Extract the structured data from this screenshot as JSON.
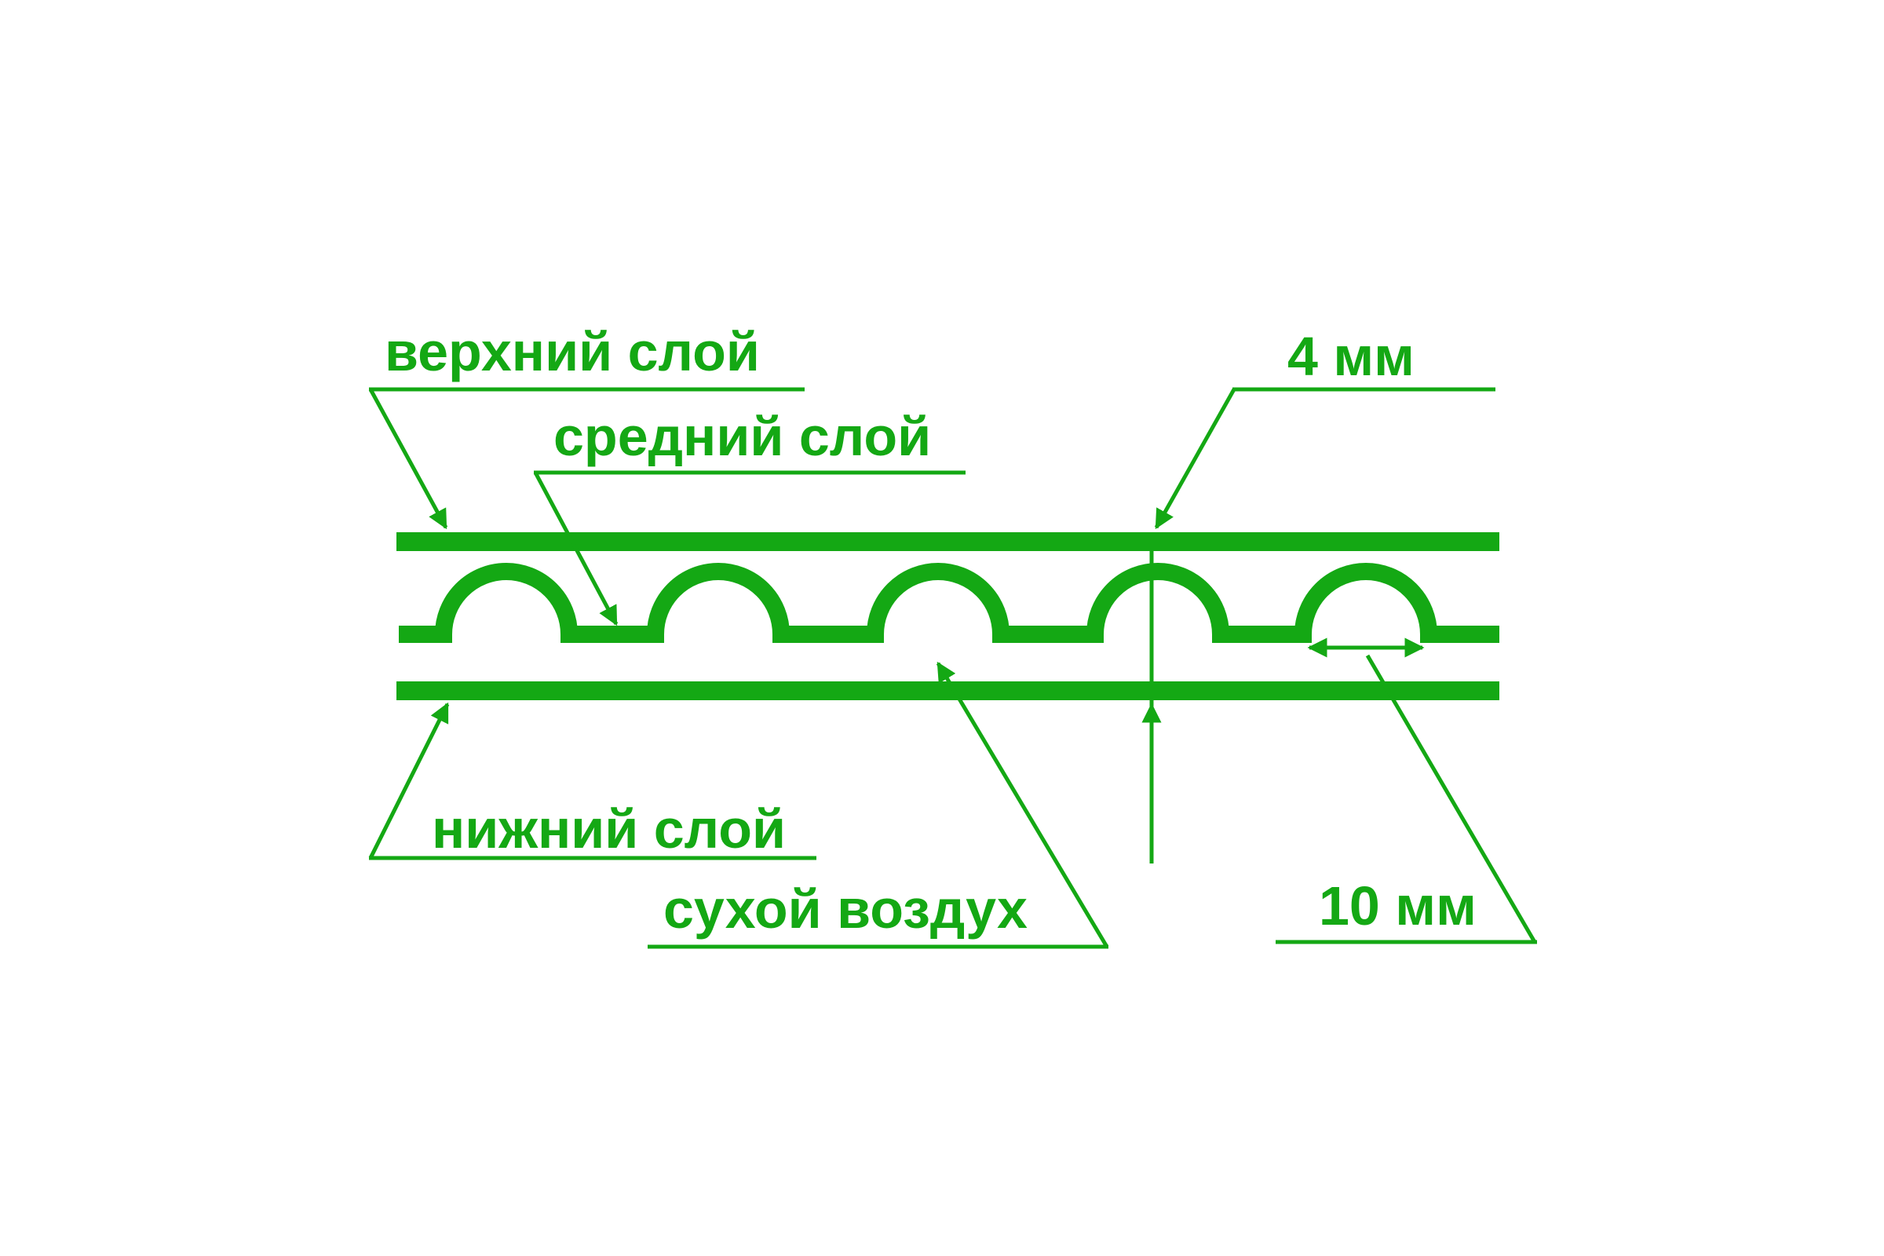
{
  "diagram": {
    "accent_color": "#14a814",
    "labels": {
      "top_layer": "верхний слой",
      "middle_layer": "средний слой",
      "bottom_layer": "нижний слой",
      "dry_air": "сухой воздух",
      "thickness": "4 мм",
      "pitch": "10 мм"
    }
  }
}
